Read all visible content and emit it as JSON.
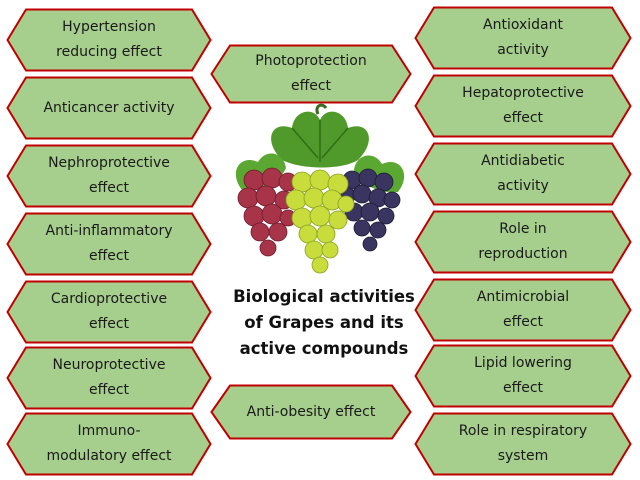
{
  "colors": {
    "fill": "#A6CE8C",
    "border": "#C00000"
  },
  "center_title": "Biological activities\nof Grapes and its\nactive compounds",
  "left_items": [
    "Hypertension\nreducing effect",
    "Anticancer activity",
    "Nephroprotective\neffect",
    "Anti-inflammatory\neffect",
    "Cardioprotective\neffect",
    "Neuroprotective\neffect",
    "Immuno-\nmodulatory effect"
  ],
  "right_items": [
    "Antioxidant\nactivity",
    "Hepatoprotective\neffect",
    "Antidiabetic\nactivity",
    "Role in\nreproduction",
    "Antimicrobial\neffect",
    "Lipid lowering\neffect",
    "Role in respiratory\nsystem"
  ],
  "center_items": [
    "Photoprotection\neffect",
    "Anti-obesity effect"
  ]
}
